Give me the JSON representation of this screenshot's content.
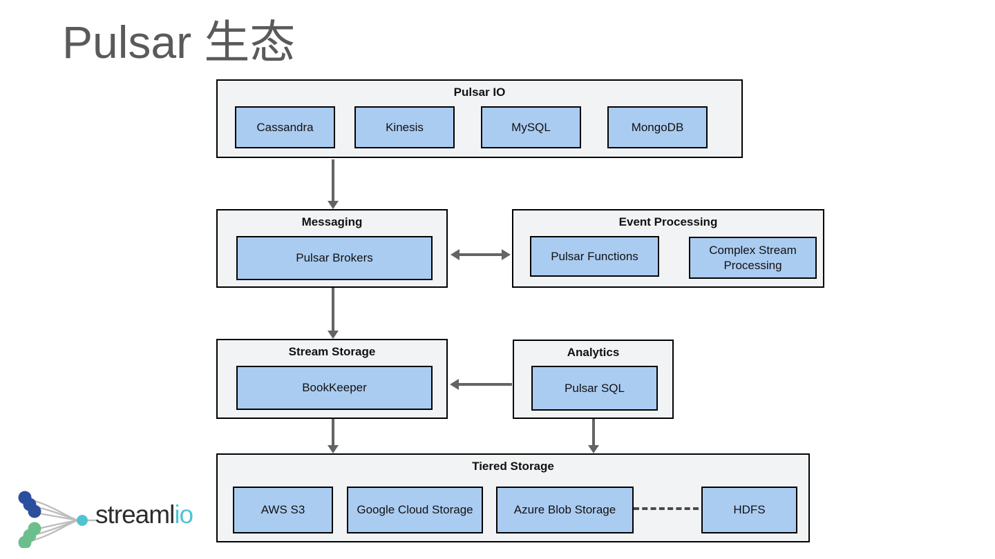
{
  "slide": {
    "title": "Pulsar 生态"
  },
  "colors": {
    "container_bg": "#f1f3f4",
    "container_border": "#000000",
    "node_bg": "#abccf1",
    "node_border": "#000000",
    "arrow": "#646464",
    "title_text": "#5a5a5a",
    "logo_teal": "#4fc4d0",
    "logo_blue": "#2b4f9e",
    "logo_green": "#6cbf8d"
  },
  "groups": {
    "pulsar_io": {
      "title": "Pulsar IO",
      "items": [
        "Cassandra",
        "Kinesis",
        "MySQL",
        "MongoDB"
      ]
    },
    "messaging": {
      "title": "Messaging",
      "items": [
        "Pulsar Brokers"
      ]
    },
    "event_processing": {
      "title": "Event Processing",
      "items": [
        "Pulsar Functions",
        "Complex Stream Processing"
      ]
    },
    "stream_storage": {
      "title": "Stream Storage",
      "items": [
        "BookKeeper"
      ]
    },
    "analytics": {
      "title": "Analytics",
      "items": [
        "Pulsar SQL"
      ]
    },
    "tiered_storage": {
      "title": "Tiered Storage",
      "items": [
        "AWS S3",
        "Google Cloud Storage",
        "Azure Blob Storage",
        "HDFS"
      ]
    }
  },
  "logo": {
    "text_main": "streaml",
    "text_accent": "io"
  }
}
